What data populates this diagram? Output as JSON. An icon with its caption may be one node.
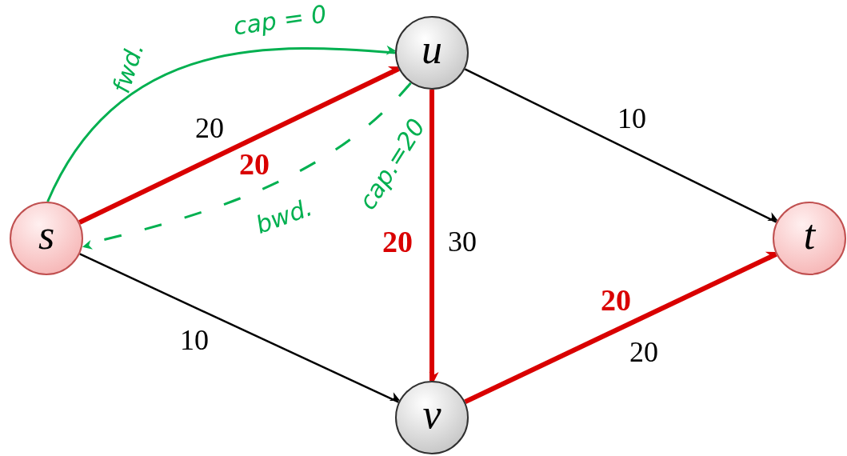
{
  "diagram": {
    "nodes": [
      {
        "text": [
          "s"
        ]
      },
      {
        "text": [
          "u"
        ]
      },
      {
        "text": [
          "v"
        ]
      },
      {
        "text": [
          "t"
        ]
      }
    ],
    "edges": [
      {
        "from": 0,
        "to": 1,
        "arrow": "to",
        "label": "20",
        "style": "thick",
        "color": "#d90000"
      },
      {
        "from": 0,
        "to": 2,
        "arrow": "to",
        "label": "10",
        "color": "#000000"
      },
      {
        "from": 1,
        "to": 2,
        "arrow": "to",
        "label": "30",
        "style": "thick",
        "color": "#d90000"
      },
      {
        "from": 1,
        "to": 3,
        "arrow": "to",
        "label": "10",
        "color": "#000000"
      },
      {
        "from": 2,
        "to": 3,
        "arrow": "to",
        "label": "20",
        "style": "thick",
        "color": "#d90000"
      },
      {
        "from": 0,
        "to": 1,
        "arrow": "to",
        "label": "cap = 0",
        "color": "#00b050"
      },
      {
        "from": 1,
        "to": 0,
        "arrow": "to",
        "label": "cap.=20",
        "style": "dashed",
        "color": "#00b050"
      }
    ],
    "labels": [
      "fwd.",
      "20",
      "bwd.",
      "20",
      "20"
    ]
  }
}
